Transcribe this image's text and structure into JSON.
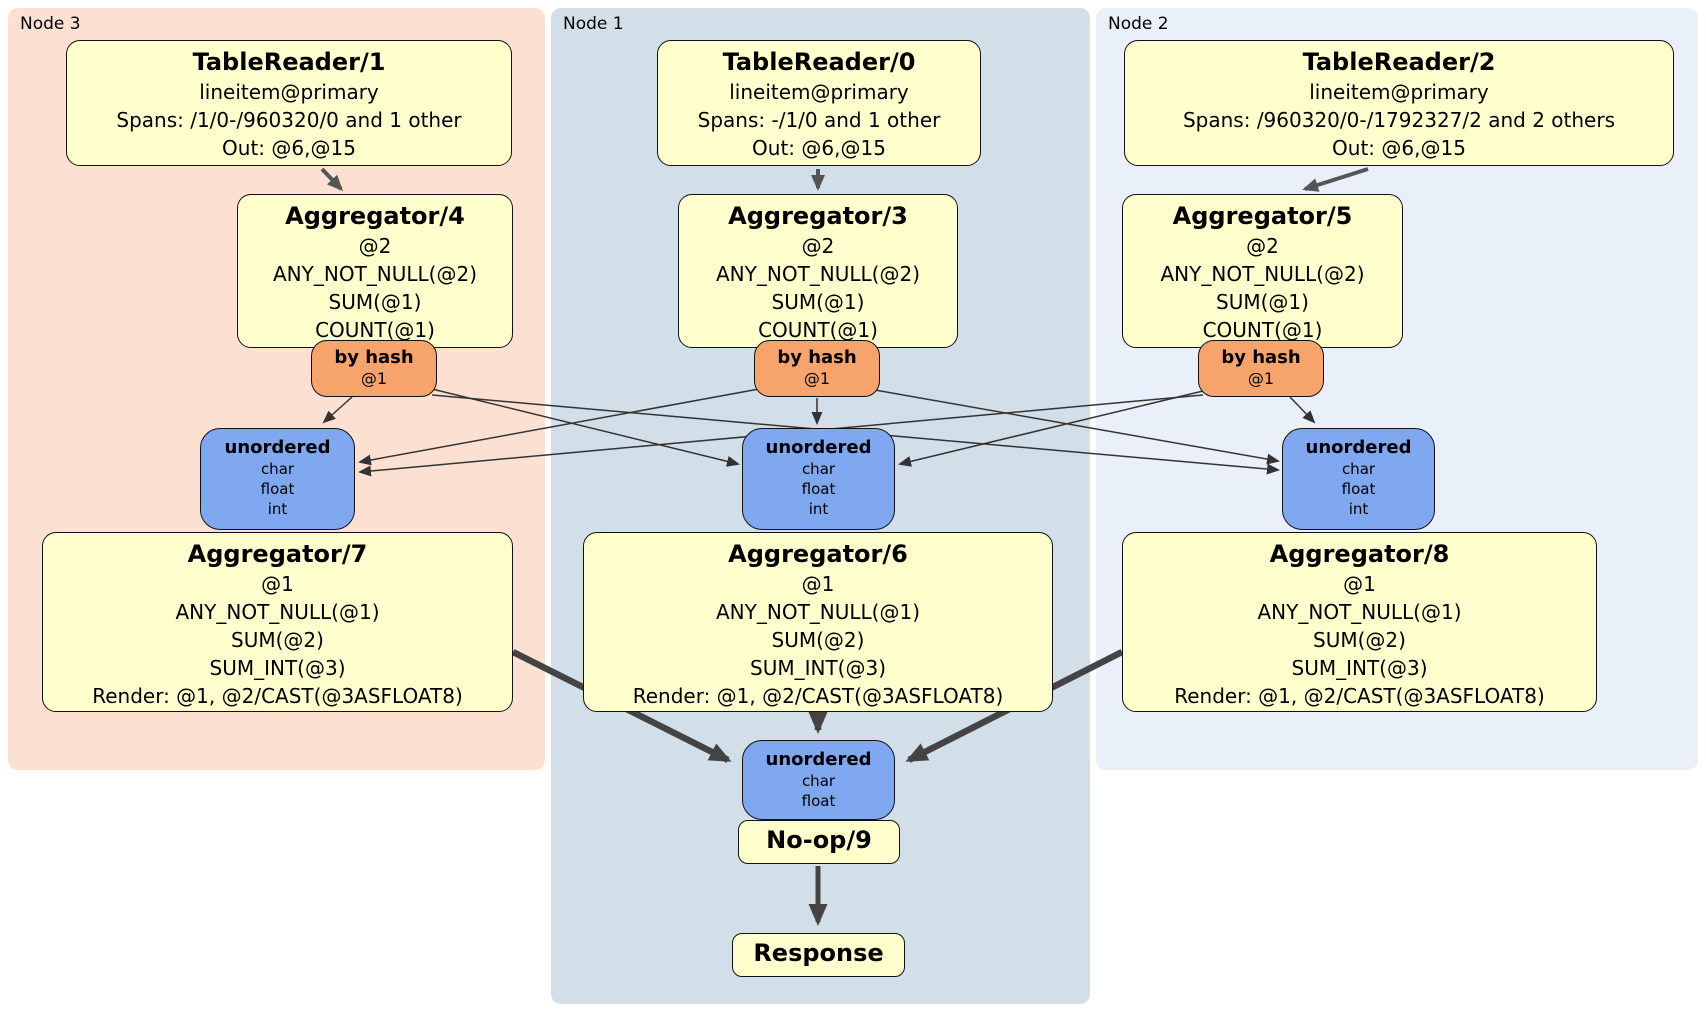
{
  "colors": {
    "node3_bg": "#fce1d3",
    "node1_bg": "#d2dfe9",
    "node2_bg": "#eaf0f9",
    "box_yellow": "#ffffcd",
    "box_orange": "#f6a46b",
    "box_blue": "#7fa8f0",
    "edge_thin": "#333333",
    "edge_medium": "#555555",
    "edge_thick": "#444444"
  },
  "panels": {
    "node3": {
      "label": "Node 3"
    },
    "node1": {
      "label": "Node 1"
    },
    "node2": {
      "label": "Node 2"
    }
  },
  "node3": {
    "table_reader": {
      "title": "TableReader/1",
      "rows": [
        "lineitem@primary",
        "Spans: /1/0-/960320/0 and 1 other",
        "Out: @6,@15"
      ]
    },
    "aggregator_upper": {
      "title": "Aggregator/4",
      "rows": [
        "@2",
        "ANY_NOT_NULL(@2)",
        "SUM(@1)",
        "COUNT(@1)"
      ]
    },
    "hash_router": {
      "title": "by hash",
      "subtitle": "@1"
    },
    "sync": {
      "title": "unordered",
      "rows": [
        "char",
        "float",
        "int"
      ]
    },
    "aggregator_lower": {
      "title": "Aggregator/7",
      "rows": [
        "@1",
        "ANY_NOT_NULL(@1)",
        "SUM(@2)",
        "SUM_INT(@3)",
        "Render: @1, @2/CAST(@3ASFLOAT8)"
      ]
    }
  },
  "node1": {
    "table_reader": {
      "title": "TableReader/0",
      "rows": [
        "lineitem@primary",
        "Spans: -/1/0 and 1 other",
        "Out: @6,@15"
      ]
    },
    "aggregator_upper": {
      "title": "Aggregator/3",
      "rows": [
        "@2",
        "ANY_NOT_NULL(@2)",
        "SUM(@1)",
        "COUNT(@1)"
      ]
    },
    "hash_router": {
      "title": "by hash",
      "subtitle": "@1"
    },
    "sync": {
      "title": "unordered",
      "rows": [
        "char",
        "float",
        "int"
      ]
    },
    "aggregator_lower": {
      "title": "Aggregator/6",
      "rows": [
        "@1",
        "ANY_NOT_NULL(@1)",
        "SUM(@2)",
        "SUM_INT(@3)",
        "Render: @1, @2/CAST(@3ASFLOAT8)"
      ]
    }
  },
  "node2": {
    "table_reader": {
      "title": "TableReader/2",
      "rows": [
        "lineitem@primary",
        "Spans: /960320/0-/1792327/2 and 2 others",
        "Out: @6,@15"
      ]
    },
    "aggregator_upper": {
      "title": "Aggregator/5",
      "rows": [
        "@2",
        "ANY_NOT_NULL(@2)",
        "SUM(@1)",
        "COUNT(@1)"
      ]
    },
    "hash_router": {
      "title": "by hash",
      "subtitle": "@1"
    },
    "sync": {
      "title": "unordered",
      "rows": [
        "char",
        "float",
        "int"
      ]
    },
    "aggregator_lower": {
      "title": "Aggregator/8",
      "rows": [
        "@1",
        "ANY_NOT_NULL(@1)",
        "SUM(@2)",
        "SUM_INT(@3)",
        "Render: @1, @2/CAST(@3ASFLOAT8)"
      ]
    }
  },
  "output_chain": {
    "sync": {
      "title": "unordered",
      "rows": [
        "char",
        "float"
      ]
    },
    "noop": {
      "title": "No-op/9"
    },
    "response": {
      "title": "Response"
    }
  }
}
